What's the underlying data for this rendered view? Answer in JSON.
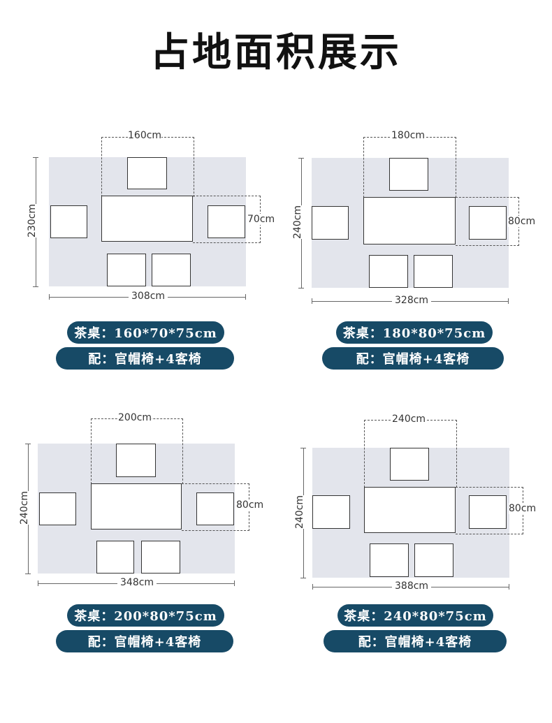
{
  "title": "占地面积展示",
  "panels": [
    {
      "table_width": "160cm",
      "table_depth": "70cm",
      "total_width": "308cm",
      "total_height": "230cm",
      "spec": "茶桌：160*70*75cm",
      "config": "配：官帽椅+4客椅"
    },
    {
      "table_width": "180cm",
      "table_depth": "80cm",
      "total_width": "328cm",
      "total_height": "240cm",
      "spec": "茶桌：180*80*75cm",
      "config": "配：官帽椅+4客椅"
    },
    {
      "table_width": "200cm",
      "table_depth": "80cm",
      "total_width": "348cm",
      "total_height": "240cm",
      "spec": "茶桌：200*80*75cm",
      "config": "配：官帽椅+4客椅"
    },
    {
      "table_width": "240cm",
      "table_depth": "80cm",
      "total_width": "388cm",
      "total_height": "240cm",
      "spec": "茶桌：240*80*75cm",
      "config": "配：官帽椅+4客椅"
    }
  ],
  "colors": {
    "area": "#e3e5ec",
    "badge": "#174a66",
    "badge_text": "#ffffff"
  }
}
